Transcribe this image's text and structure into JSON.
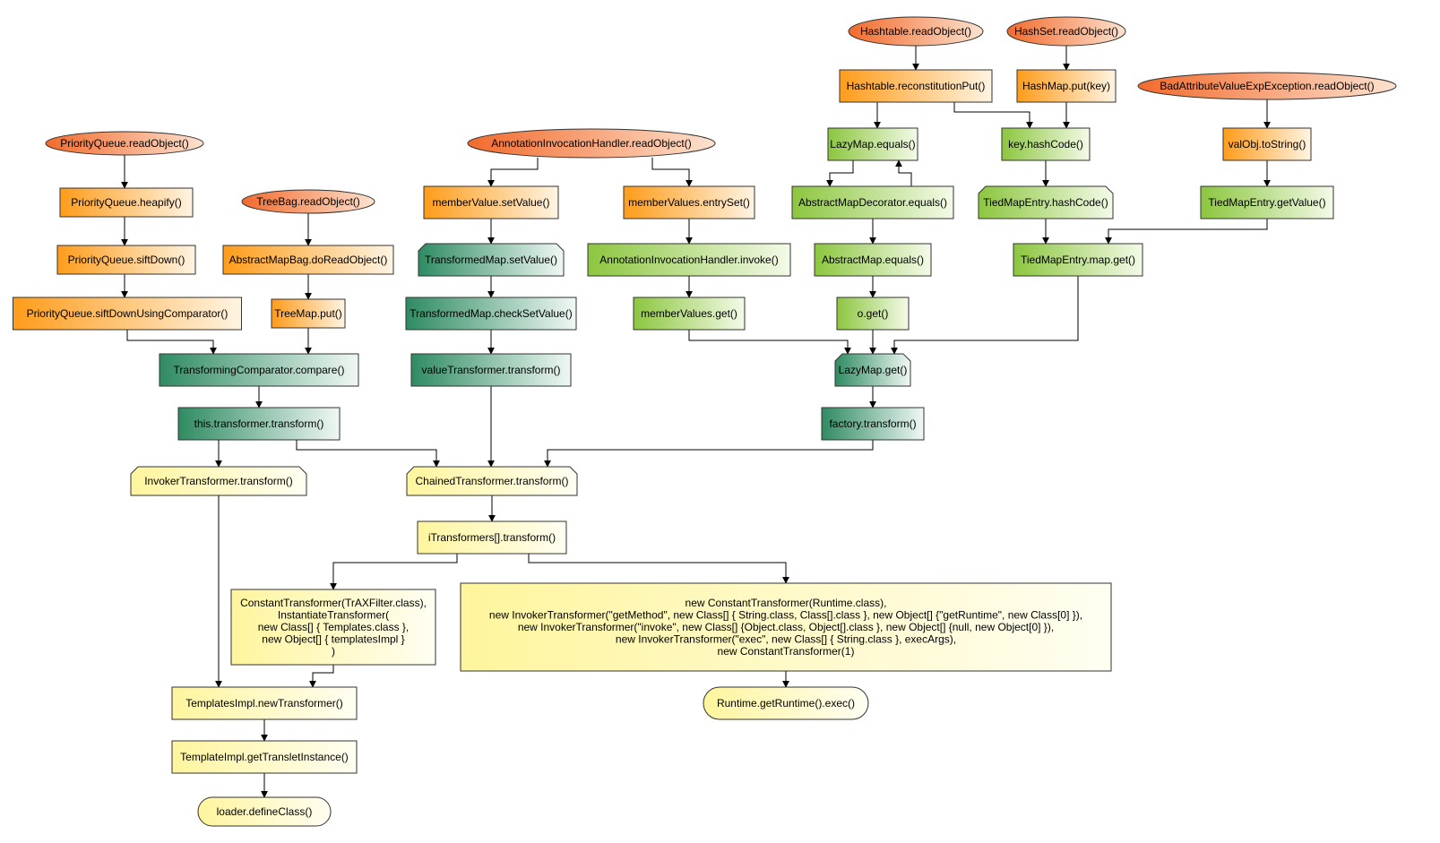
{
  "colors": {
    "entry": "#f26a2c",
    "entry_light": "#fde2cf",
    "orange": "#ff9c1a",
    "orange_light": "#fff4e3",
    "green": "#8cc63f",
    "green_light": "#f4fae8",
    "teal": "#2e8b62",
    "teal_light": "#f0f8f4",
    "yellow": "#fff59d",
    "yellow_light": "#fffef2",
    "stroke": "#333333"
  },
  "nodes": [
    {
      "id": "pq_read",
      "text": [
        "PriorityQueue.readObject()"
      ],
      "style": "entry",
      "shape": "ellipse"
    },
    {
      "id": "pq_heapify",
      "text": [
        "PriorityQueue.heapify()"
      ],
      "style": "orange",
      "shape": "rect"
    },
    {
      "id": "pq_siftdown",
      "text": [
        "PriorityQueue.siftDown()"
      ],
      "style": "orange",
      "shape": "rect"
    },
    {
      "id": "pq_siftcomp",
      "text": [
        "PriorityQueue.siftDownUsingComparator()"
      ],
      "style": "orange",
      "shape": "rect"
    },
    {
      "id": "tb_read",
      "text": [
        "TreeBag.readObject()"
      ],
      "style": "entry",
      "shape": "ellipse"
    },
    {
      "id": "amb_doread",
      "text": [
        "AbstractMapBag.doReadObject()"
      ],
      "style": "orange",
      "shape": "rect"
    },
    {
      "id": "treemap_put",
      "text": [
        "TreeMap.put()"
      ],
      "style": "orange",
      "shape": "rect"
    },
    {
      "id": "tc_compare",
      "text": [
        "TransformingComparator.compare()"
      ],
      "style": "teal",
      "shape": "rect"
    },
    {
      "id": "this_transform",
      "text": [
        "this.transformer.transform()"
      ],
      "style": "teal",
      "shape": "rect"
    },
    {
      "id": "invoker_transform",
      "text": [
        "InvokerTransformer.transform()"
      ],
      "style": "yellow",
      "shape": "cut"
    },
    {
      "id": "aih_read",
      "text": [
        "AnnotationInvocationHandler.readObject()"
      ],
      "style": "entry",
      "shape": "ellipse"
    },
    {
      "id": "mv_setvalue",
      "text": [
        "memberValue.setValue()"
      ],
      "style": "orange",
      "shape": "rect"
    },
    {
      "id": "mvs_entryset",
      "text": [
        "memberValues.entrySet()"
      ],
      "style": "orange",
      "shape": "rect"
    },
    {
      "id": "tm_setvalue",
      "text": [
        "TransformedMap.setValue()"
      ],
      "style": "teal",
      "shape": "cut"
    },
    {
      "id": "tm_checkset",
      "text": [
        "TransformedMap.checkSetValue()"
      ],
      "style": "teal",
      "shape": "rect"
    },
    {
      "id": "vt_transform",
      "text": [
        "valueTransformer.transform()"
      ],
      "style": "teal",
      "shape": "rect"
    },
    {
      "id": "aih_invoke",
      "text": [
        "AnnotationInvocationHandler.invoke()"
      ],
      "style": "green",
      "shape": "rect"
    },
    {
      "id": "mvs_get",
      "text": [
        "memberValues.get()"
      ],
      "style": "green",
      "shape": "rect"
    },
    {
      "id": "ht_read",
      "text": [
        "Hashtable.readObject()"
      ],
      "style": "entry",
      "shape": "ellipse"
    },
    {
      "id": "hs_read",
      "text": [
        "HashSet.readObject()"
      ],
      "style": "entry",
      "shape": "ellipse"
    },
    {
      "id": "ht_recon",
      "text": [
        "Hashtable.reconstitutionPut()"
      ],
      "style": "orange",
      "shape": "rect"
    },
    {
      "id": "hm_put",
      "text": [
        "HashMap.put(key)"
      ],
      "style": "orange",
      "shape": "rect"
    },
    {
      "id": "bave_read",
      "text": [
        "BadAttributeValueExpException.readObject()"
      ],
      "style": "entry",
      "shape": "ellipse"
    },
    {
      "id": "lm_equals",
      "text": [
        "LazyMap.equals()"
      ],
      "style": "green",
      "shape": "rect"
    },
    {
      "id": "key_hash",
      "text": [
        "key.hashCode()"
      ],
      "style": "green",
      "shape": "rect"
    },
    {
      "id": "val_tostring",
      "text": [
        "valObj.toString()"
      ],
      "style": "orange",
      "shape": "rect"
    },
    {
      "id": "amd_equals",
      "text": [
        "AbstractMapDecorator.equals()"
      ],
      "style": "green",
      "shape": "rect"
    },
    {
      "id": "tme_hash",
      "text": [
        "TiedMapEntry.hashCode()"
      ],
      "style": "green",
      "shape": "cut"
    },
    {
      "id": "tme_getvalue",
      "text": [
        "TiedMapEntry.getValue()"
      ],
      "style": "green",
      "shape": "rect"
    },
    {
      "id": "am_equals",
      "text": [
        "AbstractMap.equals()"
      ],
      "style": "green",
      "shape": "rect"
    },
    {
      "id": "tme_mapget",
      "text": [
        "TiedMapEntry.map.get()"
      ],
      "style": "green",
      "shape": "rect"
    },
    {
      "id": "o_get",
      "text": [
        "o.get()"
      ],
      "style": "green",
      "shape": "rect"
    },
    {
      "id": "lm_get",
      "text": [
        "LazyMap.get()"
      ],
      "style": "teal",
      "shape": "cut"
    },
    {
      "id": "factory_transform",
      "text": [
        "factory.transform()"
      ],
      "style": "teal",
      "shape": "rect"
    },
    {
      "id": "chained_transform",
      "text": [
        "ChainedTransformer.transform()"
      ],
      "style": "yellow",
      "shape": "cut"
    },
    {
      "id": "itrans_transform",
      "text": [
        "iTransformers[].transform()"
      ],
      "style": "yellow",
      "shape": "rect"
    },
    {
      "id": "const_instantiate",
      "text": [
        "ConstantTransformer(TrAXFilter.class),",
        "InstantiateTransformer(",
        "new Class[] { Templates.class },",
        "new Object[] { templatesImpl }",
        ")"
      ],
      "style": "yellow",
      "shape": "rect"
    },
    {
      "id": "runtime_chain",
      "text": [
        "new ConstantTransformer(Runtime.class),",
        "new InvokerTransformer(\"getMethod\", new Class[] { String.class, Class[].class }, new Object[] {\"getRuntime\", new Class[0] }),",
        "new InvokerTransformer(\"invoke\", new Class[] {Object.class, Object[].class }, new Object[] {null, new Object[0] }),",
        "new InvokerTransformer(\"exec\", new Class[] { String.class }, execArgs),",
        "new ConstantTransformer(1)"
      ],
      "style": "yellow",
      "shape": "rect"
    },
    {
      "id": "templates_newtrans",
      "text": [
        "TemplatesImpl.newTransformer()"
      ],
      "style": "yellow",
      "shape": "rect"
    },
    {
      "id": "template_getinst",
      "text": [
        "TemplateImpl.getTransletInstance()"
      ],
      "style": "yellow",
      "shape": "rect"
    },
    {
      "id": "loader_define",
      "text": [
        "loader.defineClass()"
      ],
      "style": "yellow",
      "shape": "stadium"
    },
    {
      "id": "runtime_exec",
      "text": [
        "Runtime.getRuntime().exec()"
      ],
      "style": "yellow",
      "shape": "stadium"
    }
  ]
}
